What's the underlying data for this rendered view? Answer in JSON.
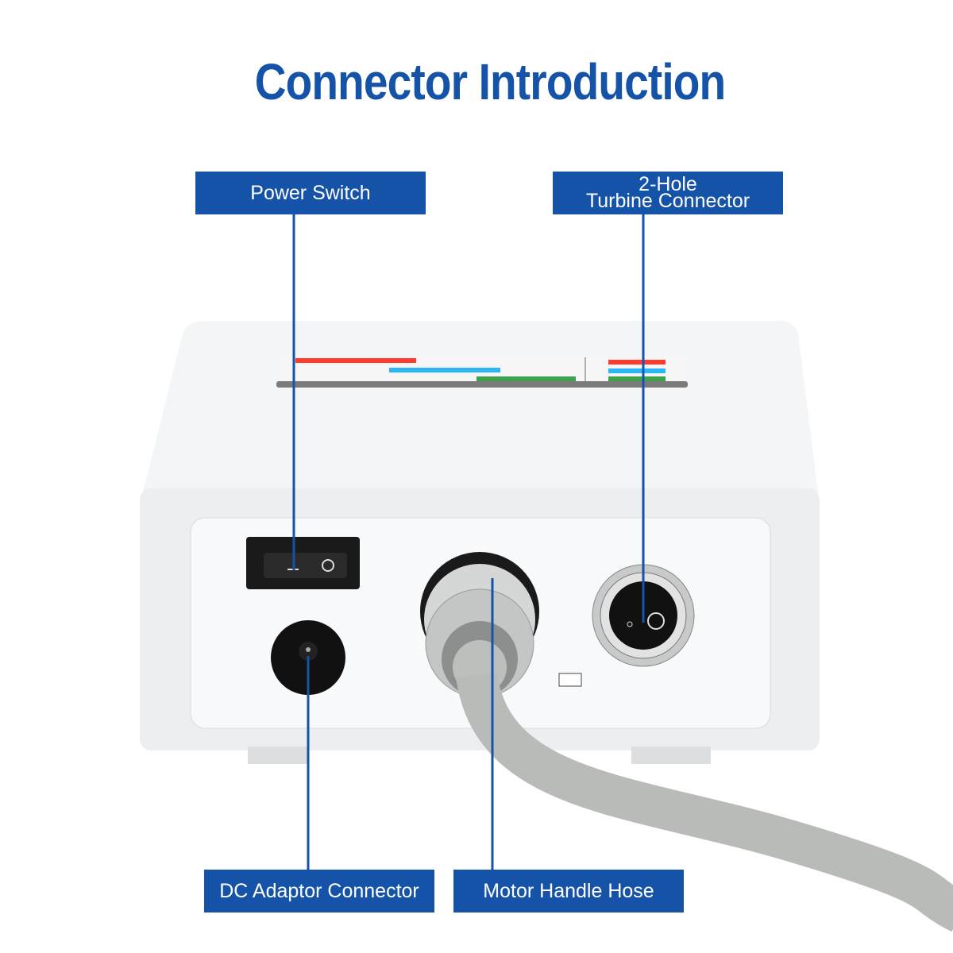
{
  "title": "Connector Introduction",
  "labels": {
    "power_switch": "Power Switch",
    "turbine_line1": "2-Hole",
    "turbine_line2": "Turbine Connector",
    "dc_adaptor": "DC Adaptor Connector",
    "motor_hose": "Motor Handle Hose"
  },
  "colors": {
    "accent": "#1553a8",
    "device": "#f2f3f5",
    "hose": "#b9bbb8"
  }
}
